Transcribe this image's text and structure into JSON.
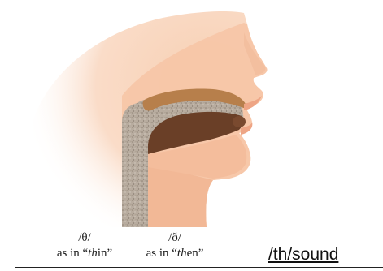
{
  "diagram": {
    "parts": [
      "head-profile",
      "palate",
      "tongue",
      "tongue-tip",
      "pharynx",
      "upper-lip",
      "lower-lip",
      "nose",
      "chin",
      "neck"
    ],
    "colors": {
      "skin_light": "#fbe3d4",
      "skin": "#f6c5a6",
      "skin_dark": "#eeae8c",
      "palate": "#b77f4b",
      "tongue": "#6a3f27",
      "cavity": "#b7ab9f",
      "cavity_speckle": "#8e8276"
    }
  },
  "captions": [
    {
      "symbol": "/θ/",
      "prefix": "as in “",
      "emph": "th",
      "suffix": "in”"
    },
    {
      "symbol": "/ð/",
      "prefix": "as in “",
      "emph": "th",
      "suffix": "en”"
    }
  ],
  "label": "/th/sound"
}
